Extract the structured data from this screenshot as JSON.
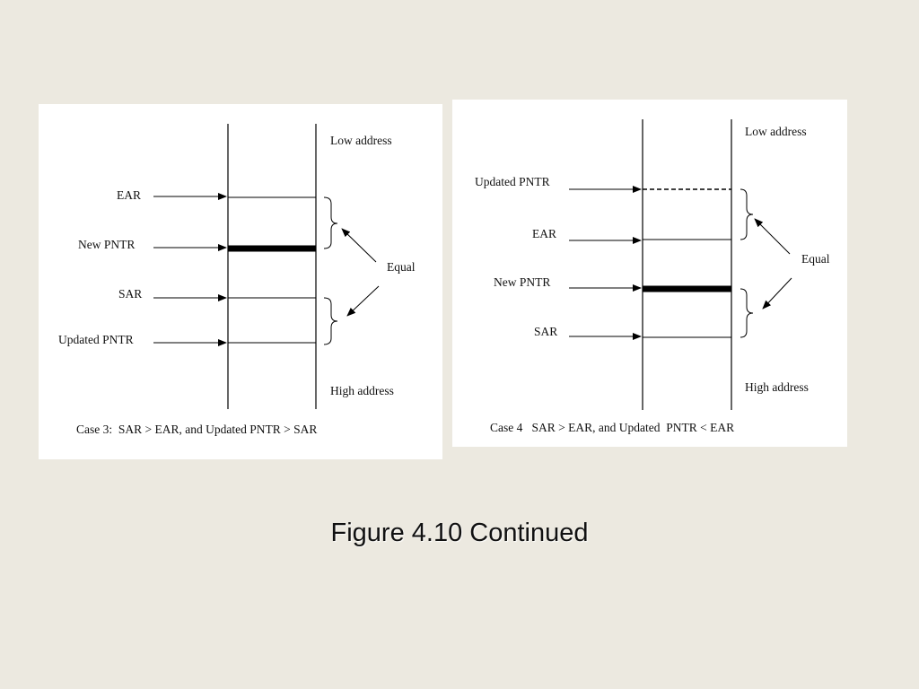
{
  "slide": {
    "caption": "Figure 4.10 Continued",
    "background_color": "#ece9e0"
  },
  "case3": {
    "low_address": "Low address",
    "high_address": "High address",
    "equal": "Equal",
    "labels": {
      "ear": "EAR",
      "new_pntr": "New PNTR",
      "sar": "SAR",
      "updated_pntr": "Updated PNTR"
    },
    "caption": "Case 3:  SAR > EAR, and Updated PNTR > SAR"
  },
  "case4": {
    "low_address": "Low address",
    "high_address": "High address",
    "equal": "Equal",
    "labels": {
      "updated_pntr": "Updated PNTR",
      "ear": "EAR",
      "new_pntr": "New PNTR",
      "sar": "SAR"
    },
    "caption": "Case 4   SAR > EAR, and Updated  PNTR < EAR"
  }
}
